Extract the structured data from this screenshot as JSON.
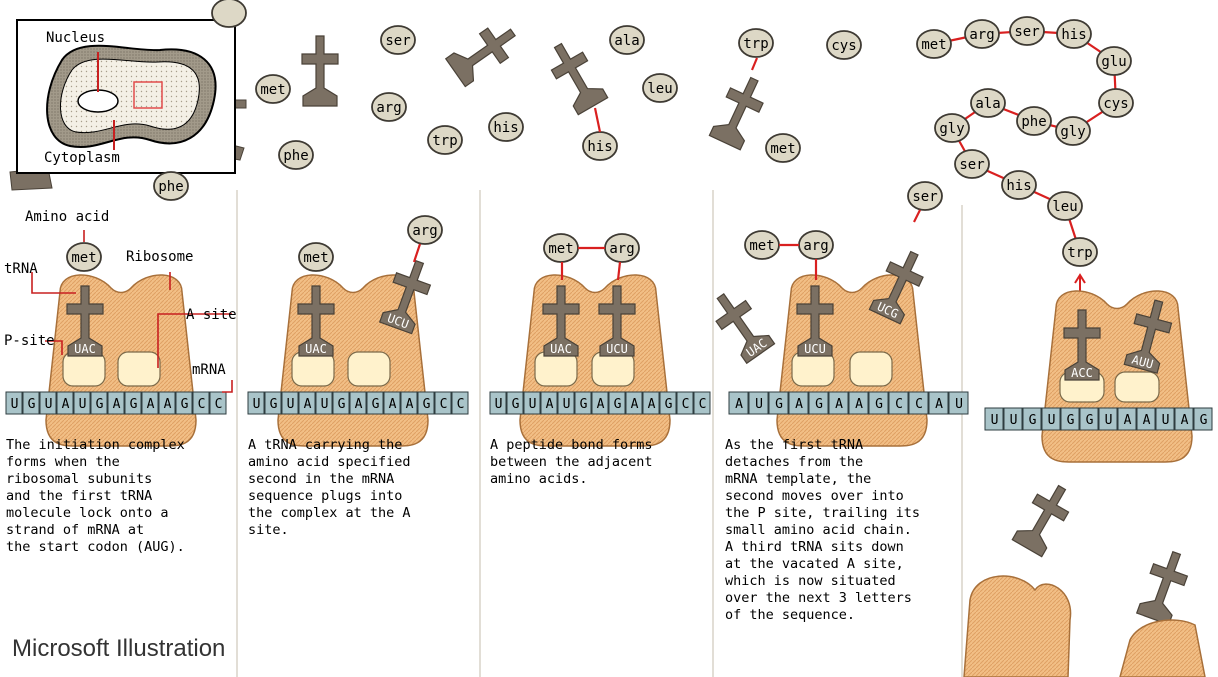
{
  "inset": {
    "nucleus_label": "Nucleus",
    "cytoplasm_label": "Cytoplasm"
  },
  "labels": {
    "amino_acid": "Amino acid",
    "ribosome": "Ribosome",
    "trna": "tRNA",
    "a_site": "A site",
    "p_site": "P-site",
    "mrna": "mRNA"
  },
  "free_amino_acids": [
    "met",
    "ser",
    "ala",
    "trp",
    "cys",
    "arg",
    "leu",
    "his",
    "met",
    "phe",
    "trp",
    "his",
    "phe"
  ],
  "growing_chain": [
    "met",
    "arg",
    "ser",
    "his",
    "glu",
    "cys",
    "gly",
    "phe",
    "ala",
    "gly",
    "ser",
    "his",
    "leu",
    "trp"
  ],
  "panels": [
    {
      "amino_acids": [
        "met"
      ],
      "anticodons": [
        "UAC"
      ],
      "mrna": [
        "U",
        "G",
        "U",
        "A",
        "U",
        "G",
        "A",
        "G",
        "A",
        "A",
        "G",
        "C",
        "C"
      ],
      "caption": "The initiation complex\nforms when the\nribosomal subunits\nand the first tRNA\nmolecule lock onto a\nstrand of mRNA at\nthe start codon (AUG)."
    },
    {
      "amino_acids": [
        "met",
        "arg"
      ],
      "anticodons": [
        "UAC",
        "UCU"
      ],
      "mrna": [
        "U",
        "G",
        "U",
        "A",
        "U",
        "G",
        "A",
        "G",
        "A",
        "A",
        "G",
        "C",
        "C"
      ],
      "caption": "A tRNA carrying the\namino acid specified\nsecond in the mRNA\nsequence plugs into\nthe complex at the A\nsite."
    },
    {
      "amino_acids": [
        "met",
        "arg"
      ],
      "anticodons": [
        "UAC",
        "UCU"
      ],
      "mrna": [
        "U",
        "G",
        "U",
        "A",
        "U",
        "G",
        "A",
        "G",
        "A",
        "A",
        "G",
        "C",
        "C"
      ],
      "caption": "A peptide bond forms\nbetween the adjacent\namino acids."
    },
    {
      "amino_acids": [
        "met",
        "arg",
        "ser"
      ],
      "anticodons": [
        "UAC",
        "UCU",
        "UCG"
      ],
      "mrna": [
        "A",
        "U",
        "G",
        "A",
        "G",
        "A",
        "A",
        "G",
        "C",
        "C",
        "A",
        "U"
      ],
      "caption": "As the first tRNA\ndetaches from the\nmRNA template, the\nsecond moves over into\nthe P site, trailing its\nsmall amino acid chain.\nA third tRNA sits down\nat the vacated A site,\nwhich is now situated\nover the next 3 letters\nof the sequence."
    },
    {
      "amino_acids": [
        "trp"
      ],
      "anticodons": [
        "ACC",
        "AUU"
      ],
      "mrna": [
        "U",
        "U",
        "G",
        "U",
        "G",
        "G",
        "U",
        "A",
        "A",
        "U",
        "A",
        "G"
      ],
      "caption": ""
    }
  ],
  "credit": "Microsoft Illustration"
}
